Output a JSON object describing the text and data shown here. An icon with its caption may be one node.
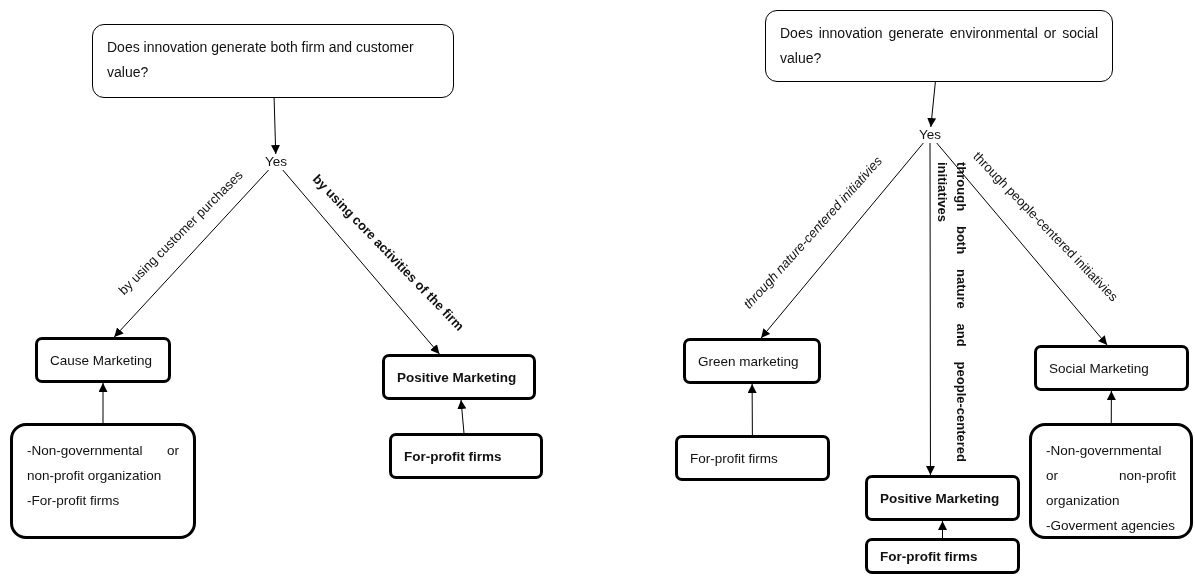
{
  "diagram": {
    "nodes": [
      {
        "text": [
          "Does innovation generate both firm and customer value?"
        ]
      },
      {
        "text": [
          "Yes"
        ]
      },
      {
        "text": [
          "Cause Marketing"
        ]
      },
      {
        "text": [
          "Positive Marketing"
        ]
      },
      {
        "text": [
          "-Non-governmental or non-profit organization",
          "-For-profit firms"
        ]
      },
      {
        "text": [
          "For-profit firms"
        ]
      },
      {
        "text": [
          "Does innovation generate environmental or social value?"
        ]
      },
      {
        "text": [
          "Yes"
        ]
      },
      {
        "text": [
          "Green marketing"
        ]
      },
      {
        "text": [
          "Positive Marketing"
        ]
      },
      {
        "text": [
          "For-profit firms"
        ]
      },
      {
        "text": [
          "Social Marketing"
        ]
      },
      {
        "text": [
          "-Non-governmental or non-profit organization",
          "-Goverment agencies"
        ]
      },
      {
        "text": [
          "For-profit firms"
        ]
      }
    ],
    "edges": [
      {
        "from": 0,
        "to": 1,
        "arrow": "to"
      },
      {
        "from": 1,
        "to": 2,
        "arrow": "to",
        "label": "by using customer purchases"
      },
      {
        "from": 1,
        "to": 3,
        "arrow": "to",
        "label": "by using core activities of the firm"
      },
      {
        "from": 4,
        "to": 2,
        "arrow": "to"
      },
      {
        "from": 5,
        "to": 3,
        "arrow": "to"
      },
      {
        "from": 6,
        "to": 7,
        "arrow": "to"
      },
      {
        "from": 7,
        "to": 8,
        "arrow": "to",
        "label": "through nature-centered initiativies"
      },
      {
        "from": 7,
        "to": 9,
        "arrow": "to",
        "label": "through both nature and people-centered initiatives"
      },
      {
        "from": 7,
        "to": 11,
        "arrow": "to",
        "label": "through people-centered initiativies"
      },
      {
        "from": 10,
        "to": 8,
        "arrow": "to"
      },
      {
        "from": 12,
        "to": 11,
        "arrow": "to"
      },
      {
        "from": 13,
        "to": 9,
        "arrow": "to"
      }
    ]
  }
}
